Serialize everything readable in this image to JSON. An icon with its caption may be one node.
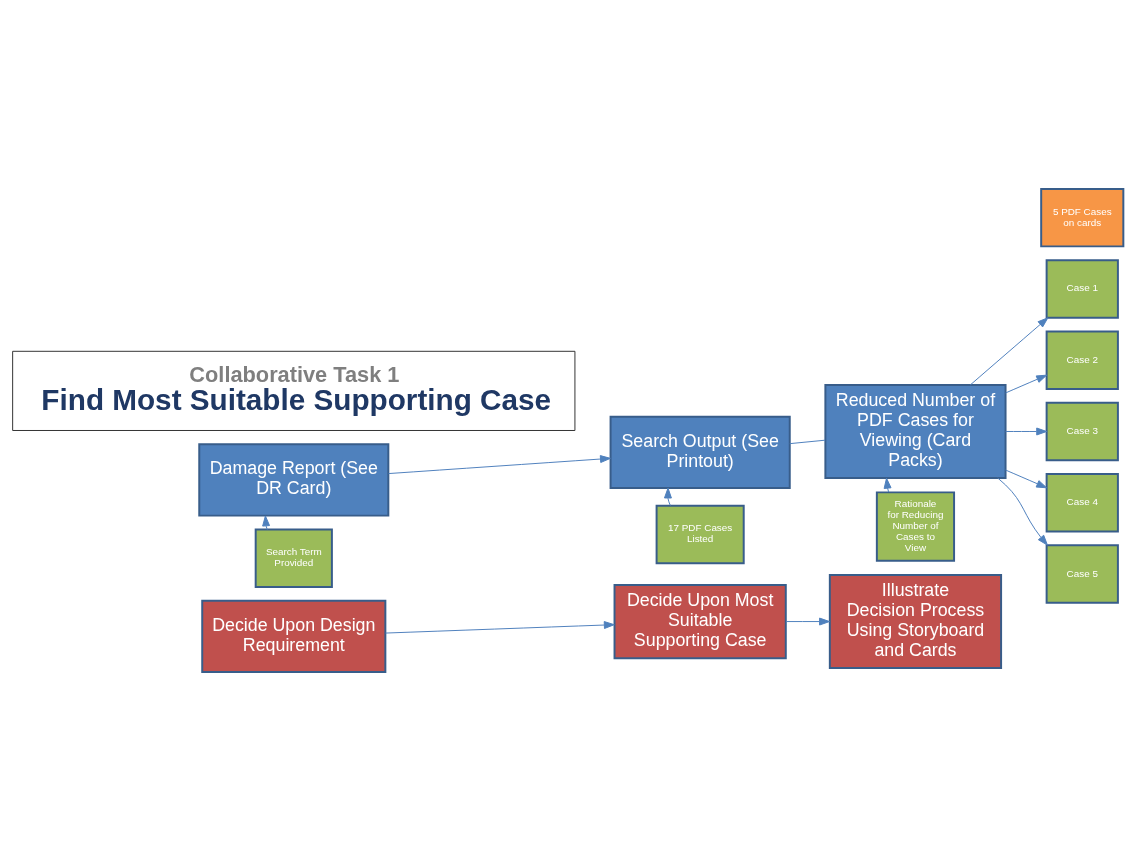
{
  "diagram": {
    "nodes": [
      {
        "text": [
          "Collaborative Task 1",
          "Find Most Suitable Supporting Case"
        ]
      },
      {
        "text": [
          "5 PDF Cases on cards"
        ]
      },
      {
        "text": [
          "Case 1"
        ]
      },
      {
        "text": [
          "Case 2"
        ]
      },
      {
        "text": [
          "Case 3"
        ]
      },
      {
        "text": [
          "Case 4"
        ]
      },
      {
        "text": [
          "Case 5"
        ]
      },
      {
        "text": [
          "Damage Report (See DR Card)"
        ]
      },
      {
        "text": [
          "Search Output (See Printout)"
        ]
      },
      {
        "text": [
          "Reduced Number of PDF Cases for Viewing (Card Packs)"
        ]
      },
      {
        "text": [
          "Search Term Provided"
        ]
      },
      {
        "text": [
          "17 PDF Cases Listed"
        ]
      },
      {
        "text": [
          "Rationale for Reducing Number of Cases to View"
        ]
      },
      {
        "text": [
          "Decide Upon Design Requirement"
        ]
      },
      {
        "text": [
          "Decide Upon Most Suitable Supporting Case"
        ]
      },
      {
        "text": [
          "Illustrate Decision Process Using Storyboard and Cards"
        ]
      }
    ],
    "edges": [
      {
        "from": 7,
        "to": 8,
        "arrow": "to"
      },
      {
        "from": 8,
        "to": 9,
        "arrow": "none"
      },
      {
        "from": 9,
        "to": 2,
        "arrow": "to"
      },
      {
        "from": 9,
        "to": 3,
        "arrow": "to"
      },
      {
        "from": 9,
        "to": 4,
        "arrow": "to"
      },
      {
        "from": 9,
        "to": 5,
        "arrow": "to"
      },
      {
        "from": 9,
        "to": 6,
        "arrow": "to"
      },
      {
        "from": 10,
        "to": 7,
        "arrow": "to"
      },
      {
        "from": 11,
        "to": 8,
        "arrow": "to"
      },
      {
        "from": 12,
        "to": 9,
        "arrow": "to"
      },
      {
        "from": 13,
        "to": 14,
        "arrow": "to"
      },
      {
        "from": 14,
        "to": 15,
        "arrow": "to"
      }
    ]
  }
}
